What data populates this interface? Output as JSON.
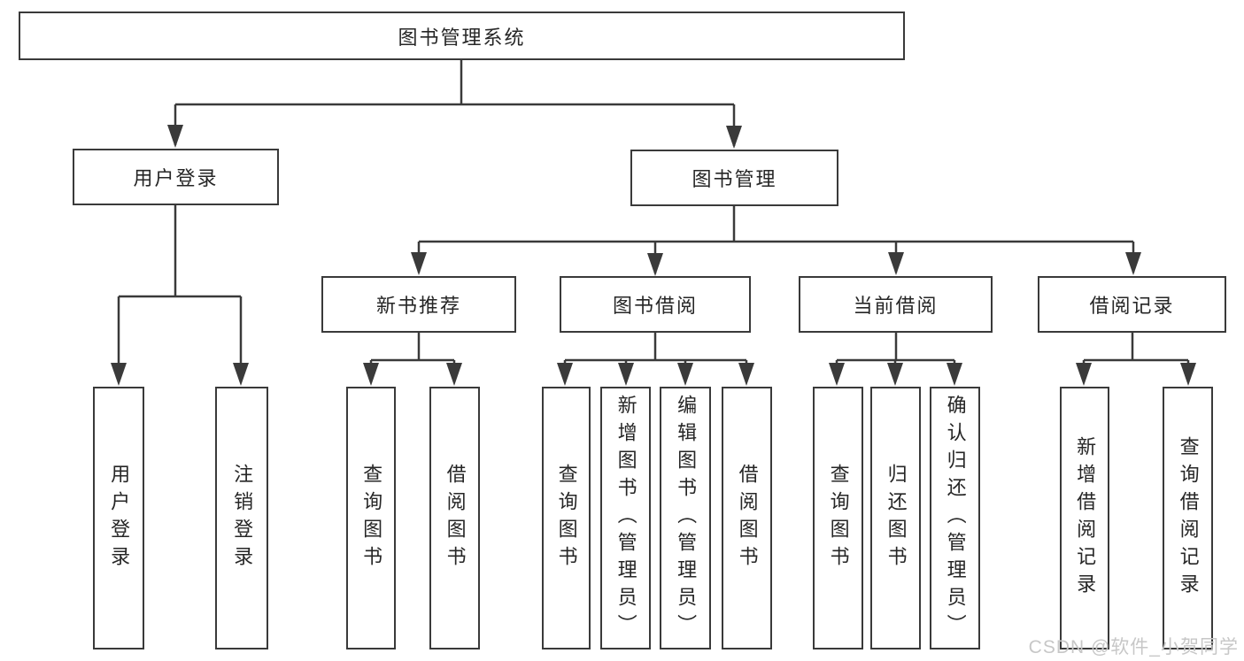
{
  "diagram_title": "图书管理系统",
  "watermark": "CSDN @软件_小贺同学",
  "colors": {
    "line": "#3a3a3a",
    "box_border": "#3a3a3a",
    "text": "#262626",
    "watermark": "#c7c7c7",
    "background": "#ffffff"
  },
  "nodes": {
    "root": {
      "label": "图书管理系统"
    },
    "level2": [
      {
        "label": "用户登录"
      },
      {
        "label": "图书管理"
      }
    ],
    "level3": [
      {
        "label": "新书推荐",
        "parent": "图书管理"
      },
      {
        "label": "图书借阅",
        "parent": "图书管理"
      },
      {
        "label": "当前借阅",
        "parent": "图书管理"
      },
      {
        "label": "借阅记录",
        "parent": "图书管理"
      }
    ],
    "leaves": [
      {
        "label": "用户登录",
        "parent": "用户登录"
      },
      {
        "label": "注销登录",
        "parent": "用户登录"
      },
      {
        "label": "查询图书",
        "parent": "新书推荐"
      },
      {
        "label": "借阅图书",
        "parent": "新书推荐"
      },
      {
        "label": "查询图书",
        "parent": "图书借阅"
      },
      {
        "label": "新增图书（管理员）",
        "parent": "图书借阅"
      },
      {
        "label": "编辑图书（管理员）",
        "parent": "图书借阅"
      },
      {
        "label": "借阅图书",
        "parent": "图书借阅"
      },
      {
        "label": "查询图书",
        "parent": "当前借阅"
      },
      {
        "label": "归还图书",
        "parent": "当前借阅"
      },
      {
        "label": "确认归还（管理员）",
        "parent": "当前借阅"
      },
      {
        "label": "新增借阅记录",
        "parent": "借阅记录"
      },
      {
        "label": "查询借阅记录",
        "parent": "借阅记录"
      }
    ]
  }
}
